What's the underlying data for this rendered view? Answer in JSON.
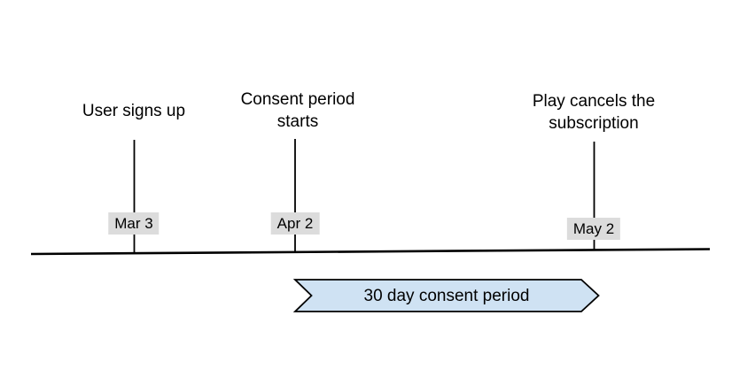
{
  "diagram": {
    "type": "timeline",
    "events": [
      {
        "label": "User signs up",
        "date": "Mar 3"
      },
      {
        "label": "Consent period\nstarts",
        "date": "Apr 2"
      },
      {
        "label": "Play cancels the\nsubscription",
        "date": "May 2"
      }
    ],
    "banner": {
      "label": "30 day consent period",
      "from_date": "Apr 2",
      "to_date": "May 2"
    },
    "colors": {
      "background": "#ffffff",
      "text": "#000000",
      "line": "#000000",
      "date_chip_bg": "#dcdcdc",
      "banner_fill": "#cfe2f3",
      "banner_stroke": "#000000"
    }
  }
}
